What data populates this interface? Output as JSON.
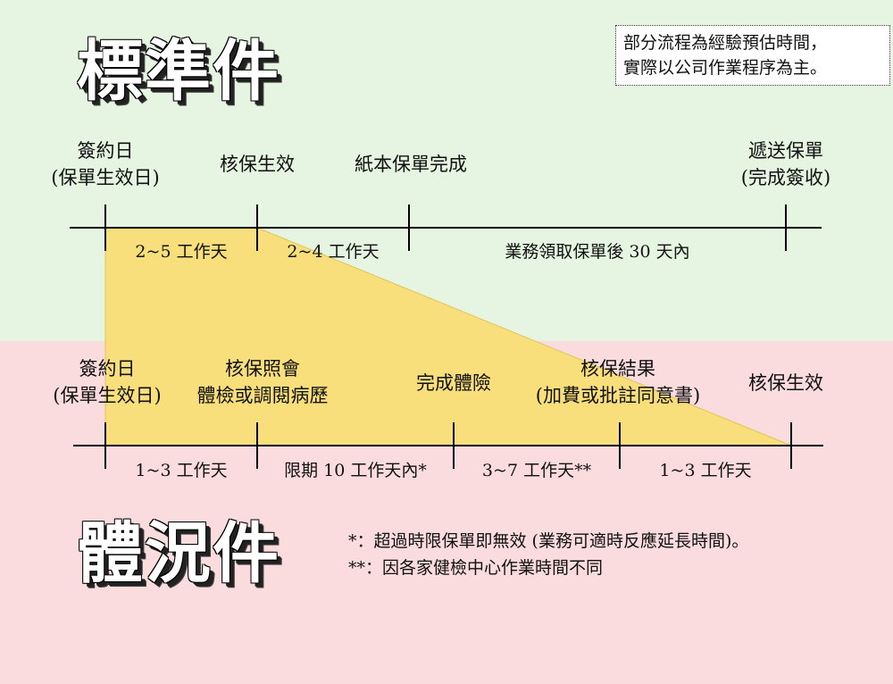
{
  "standard": {
    "title": "標準件",
    "events": [
      {
        "lines": [
          "簽約日",
          "(保單生效日)"
        ]
      },
      {
        "lines": [
          "核保生效"
        ]
      },
      {
        "lines": [
          "紙本保單完成"
        ]
      },
      {
        "lines": [
          "遞送保單",
          "(完成簽收)"
        ]
      }
    ],
    "segments": [
      "2~5 工作天",
      "2~4 工作天",
      "業務領取保單後 30 天內"
    ]
  },
  "medical": {
    "title": "體況件",
    "events": [
      {
        "lines": [
          "簽約日",
          "(保單生效日)"
        ]
      },
      {
        "lines": [
          "核保照會",
          "體檢或調閱病歷"
        ]
      },
      {
        "lines": [
          "完成體險"
        ]
      },
      {
        "lines": [
          "核保結果",
          "(加費或批註同意書)"
        ]
      },
      {
        "lines": [
          "核保生效"
        ]
      }
    ],
    "segments": [
      "1~3 工作天",
      "限期 10 工作天內*",
      "3~7 工作天**",
      "1~3 工作天"
    ]
  },
  "note": {
    "lines": [
      "部分流程為經驗預估時間，",
      "實際以公司作業程序為主。"
    ]
  },
  "footnotes": [
    "*：超過時限保單即無效 (業務可適時反應延長時間)。",
    "**：因各家健檢中心作業時間不同"
  ],
  "colors": {
    "top_background": "#e5f5e1",
    "bottom_background": "#fbdcde",
    "highlight_triangle": "#f8df7c"
  }
}
